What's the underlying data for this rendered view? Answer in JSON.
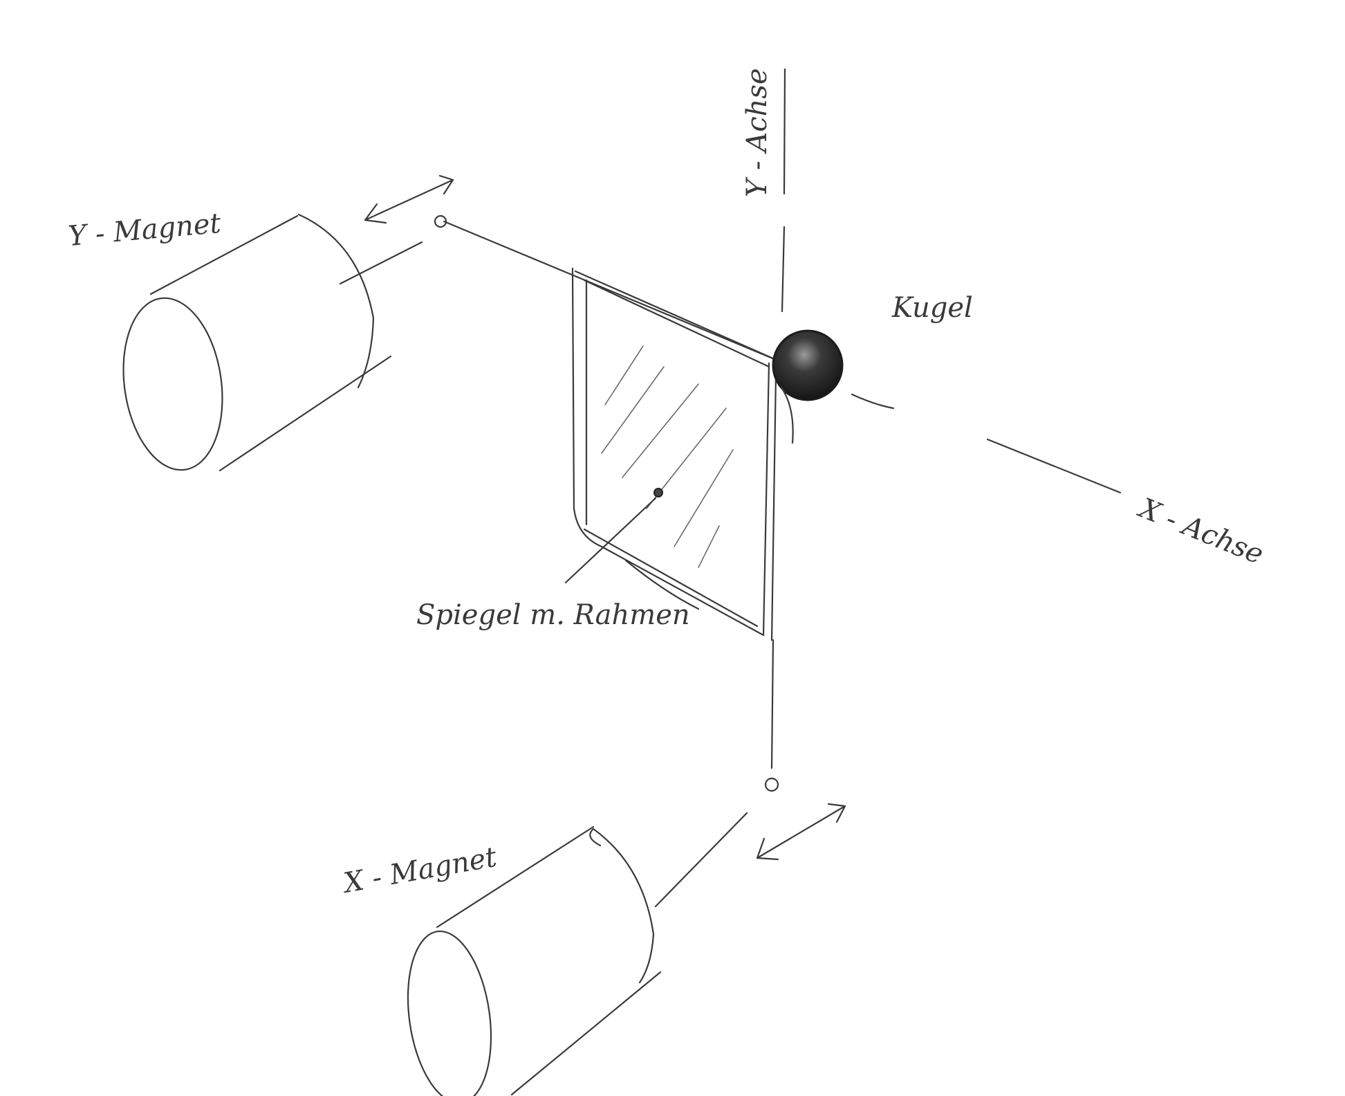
{
  "labels": {
    "y_magnet": "Y - Magnet",
    "x_magnet": "X - Magnet",
    "y_axis": "Y - Achse",
    "x_axis": "X - Achse",
    "ball": "Kugel",
    "mirror": "Spiegel m. Rahmen"
  },
  "colors": {
    "pencil": "#3a3a3a",
    "paper": "#ffffff"
  }
}
